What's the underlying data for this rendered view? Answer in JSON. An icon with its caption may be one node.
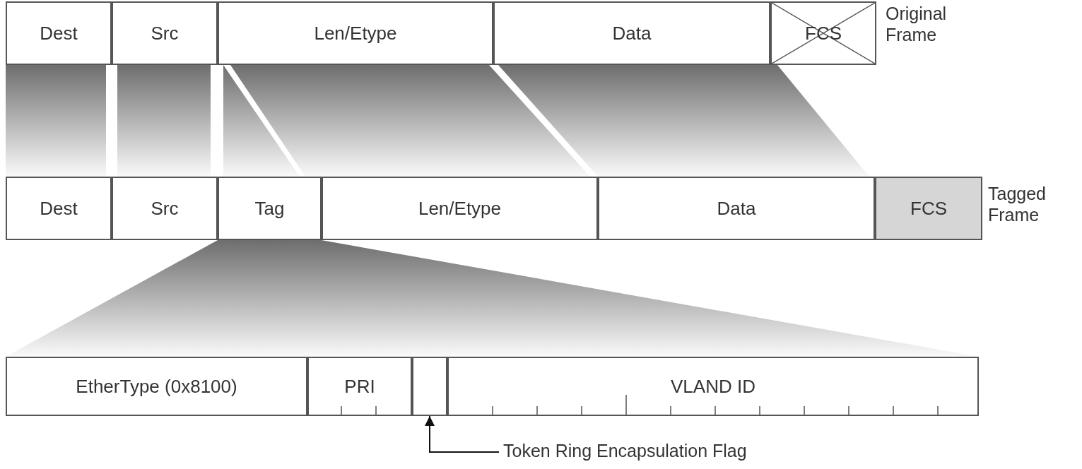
{
  "diagram": {
    "nodes": [
      {
        "text": [
          "Dest"
        ]
      },
      {
        "text": [
          "Src"
        ]
      },
      {
        "text": [
          "Len/Etype"
        ]
      },
      {
        "text": [
          "Data"
        ]
      },
      {
        "text": [
          "FCS"
        ]
      },
      {
        "text": [
          "Dest"
        ]
      },
      {
        "text": [
          "Src"
        ]
      },
      {
        "text": [
          "Tag"
        ]
      },
      {
        "text": [
          "Len/Etype"
        ]
      },
      {
        "text": [
          "Data"
        ]
      },
      {
        "text": [
          "FCS"
        ]
      },
      {
        "text": [
          "EtherType (0x8100)"
        ]
      },
      {
        "text": [
          "PRI"
        ]
      },
      {
        "text": [],
        "shape": "box"
      },
      {
        "text": [
          "VLAND ID"
        ]
      },
      {
        "text": [
          "Token Ring Encapsulation Flag"
        ]
      }
    ],
    "edges": [
      {
        "from": 15,
        "to": 13,
        "arrow": "to"
      }
    ],
    "labels": [
      "Original Frame",
      "Tagged Frame"
    ]
  }
}
